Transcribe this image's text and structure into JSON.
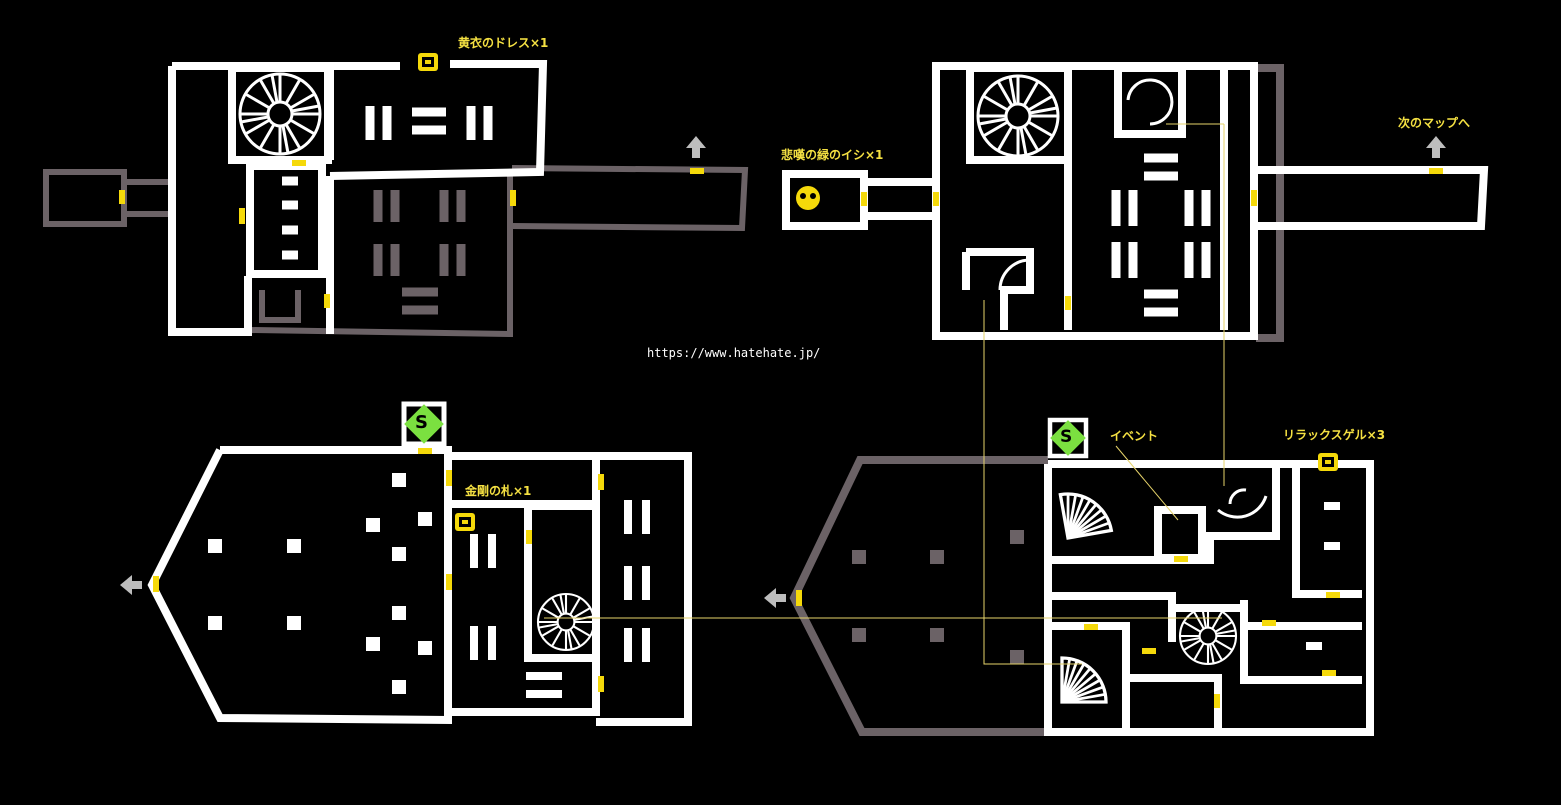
{
  "labels": {
    "dress": "黄衣のドレス×1",
    "stone": "悲嘆の緑のイシ×1",
    "next_map": "次のマップへ",
    "event": "イベント",
    "relax_gel": "リラックスゲル×3",
    "kongou": "金剛の札×1"
  },
  "watermark": "https://www.hatehate.jp/",
  "save_point_letter": "S",
  "colors": {
    "background": "#000000",
    "wall": "#ffffff",
    "unexplored_wall": "#6b6266",
    "door": "#f5d90a",
    "label": "#f5e142",
    "save": "#7be040",
    "guide_line": "#e6d36a"
  }
}
